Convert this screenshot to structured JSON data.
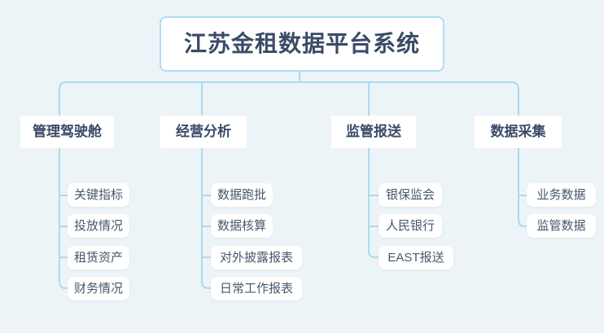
{
  "title": "江苏金租数据平台系统",
  "diagram_type": "mindmap-tree",
  "colors": {
    "background": "#edf4f8",
    "connector_line": "#a9dbf1",
    "node_background": "#ffffff",
    "root_border": "#abdef5",
    "heading_text": "#3b4b67",
    "child_text": "#46586f"
  },
  "root": {
    "label": "江苏金租数据平台系统"
  },
  "branches": [
    {
      "label": "管理驾驶舱",
      "children": [
        "关键指标",
        "投放情况",
        "租赁资产",
        "财务情况"
      ]
    },
    {
      "label": "经营分析",
      "children": [
        "数据跑批",
        "数据核算",
        "对外披露报表",
        "日常工作报表"
      ]
    },
    {
      "label": "监管报送",
      "children": [
        "银保监会",
        "人民银行",
        "EAST报送"
      ]
    },
    {
      "label": "数据采集",
      "children": [
        "业务数据",
        "监管数据"
      ]
    }
  ]
}
